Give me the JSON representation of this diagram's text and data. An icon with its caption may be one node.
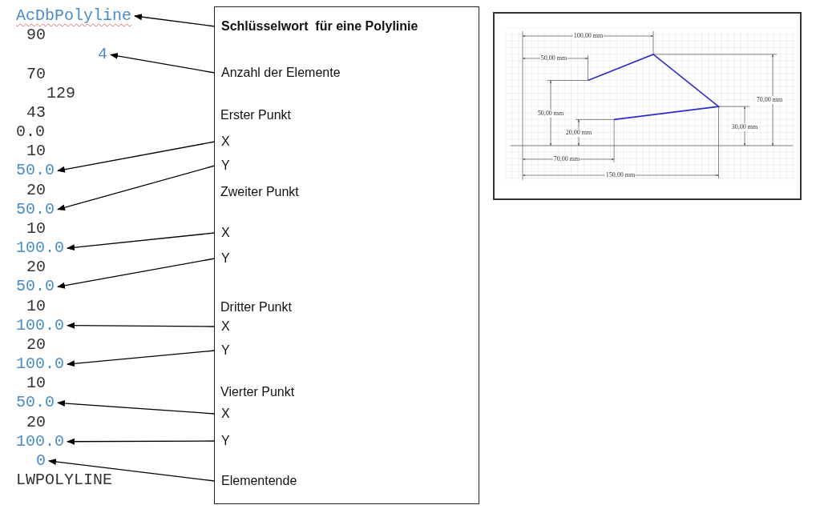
{
  "diagram": {
    "nodes": [
      {
        "text": [
          "AcDbPolyline"
        ]
      },
      {
        "text": [
          "4"
        ]
      },
      {
        "text": [
          "50.0"
        ]
      },
      {
        "text": [
          "50.0"
        ]
      },
      {
        "text": [
          "100.0"
        ]
      },
      {
        "text": [
          "50.0"
        ]
      },
      {
        "text": [
          "100.0"
        ]
      },
      {
        "text": [
          "100.0"
        ]
      },
      {
        "text": [
          "50.0"
        ]
      },
      {
        "text": [
          "100.0"
        ]
      },
      {
        "text": [
          "0"
        ]
      },
      {
        "text": [],
        "shape": "box"
      },
      {
        "text": [
          "Schlüsselwort  für eine Polylinie"
        ],
        "in": 11
      },
      {
        "text": [
          "Anzahl der Elemente"
        ],
        "in": 11
      },
      {
        "text": [
          "X"
        ],
        "in": 11
      },
      {
        "text": [
          "Y"
        ],
        "in": 11
      },
      {
        "text": [
          "X"
        ],
        "in": 11
      },
      {
        "text": [
          "Y"
        ],
        "in": 11
      },
      {
        "text": [
          "X"
        ],
        "in": 11
      },
      {
        "text": [
          "Y"
        ],
        "in": 11
      },
      {
        "text": [
          "X"
        ],
        "in": 11
      },
      {
        "text": [
          "Y"
        ],
        "in": 11
      },
      {
        "text": [
          "Elementende"
        ],
        "in": 11
      }
    ],
    "edges": [
      {
        "from": 12,
        "to": 0,
        "arrow": "to"
      },
      {
        "from": 13,
        "to": 1,
        "arrow": "to"
      },
      {
        "from": 14,
        "to": 2,
        "arrow": "to"
      },
      {
        "from": 15,
        "to": 3,
        "arrow": "to"
      },
      {
        "from": 16,
        "to": 4,
        "arrow": "to"
      },
      {
        "from": 17,
        "to": 5,
        "arrow": "to"
      },
      {
        "from": 18,
        "to": 6,
        "arrow": "to"
      },
      {
        "from": 19,
        "to": 7,
        "arrow": "to"
      },
      {
        "from": 20,
        "to": 8,
        "arrow": "to"
      },
      {
        "from": 21,
        "to": 9,
        "arrow": "to"
      },
      {
        "from": 22,
        "to": 10,
        "arrow": "to"
      }
    ],
    "labels": [
      "90",
      "70",
      "129",
      "43",
      "0.0",
      "10",
      "20",
      "10",
      "20",
      "10",
      "20",
      "10",
      "20",
      "LWPOLYLINE",
      "Erster Punkt",
      "Zweiter Punkt",
      "Dritter Punkt",
      "Vierter Punkt",
      "100,00 mm",
      "50,00 mm",
      "70,00 mm",
      "50,00 mm",
      "30,00 mm",
      "20,00 mm",
      "70,00 mm",
      "150,00 mm"
    ]
  }
}
